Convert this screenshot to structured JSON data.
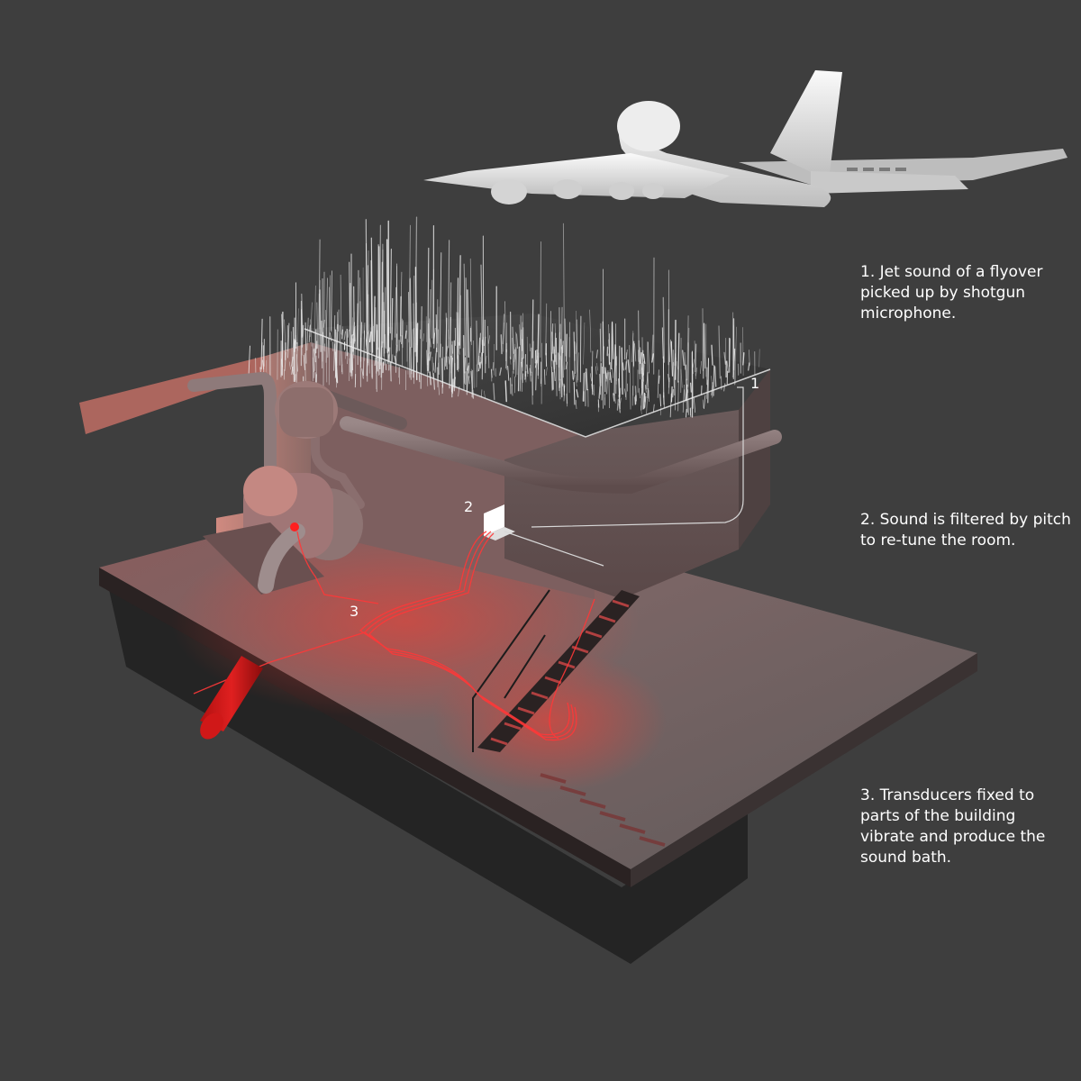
{
  "annotations": [
    {
      "number": "1",
      "text": "1.   Jet sound of a flyover\n picked up by shotgun\n microphone."
    },
    {
      "number": "2",
      "text": "2.  Sound is filtered by pitch\nto re-tune the room."
    },
    {
      "number": "3",
      "text": "3.  Transducers fixed to\nparts of the building\nvibrate and produce the\nsound bath."
    }
  ],
  "colors": {
    "background": "#3e3e3e",
    "structure": "#6f5c5c",
    "glow": "#ff2a2a",
    "sound_spikes": "#e8e8e8",
    "aircraft": "#e6e6e6",
    "text": "#ffffff"
  },
  "icons": [
    "aircraft-illustration",
    "sound-spectrum-spikes",
    "pipe-network",
    "transducer-cables",
    "staircase"
  ]
}
